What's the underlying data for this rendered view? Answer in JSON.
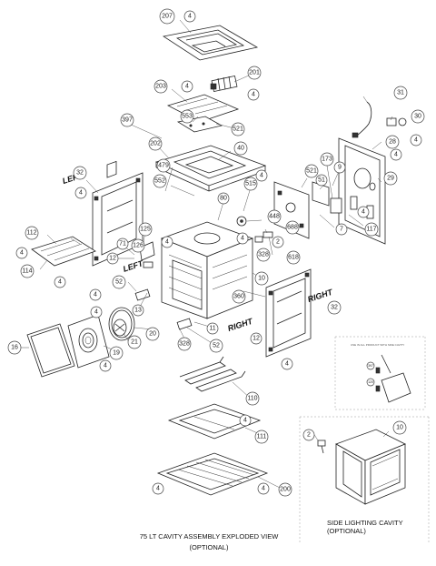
{
  "diagram": {
    "callouts": {
      "c207": "207",
      "c4_top": "4",
      "c201": "201",
      "c4_201": "4",
      "c203": "203",
      "c4_203": "4",
      "c31": "31",
      "c30": "30",
      "c4_30": "4",
      "c553": "553",
      "c397": "397",
      "c521_a": "521",
      "c202": "202",
      "c40": "40",
      "c28": "28",
      "c4_28": "4",
      "c29": "29",
      "c479": "479",
      "c552": "552",
      "c173": "173",
      "c9": "9",
      "c51": "51",
      "c521_b": "521",
      "c4_b": "4",
      "c80": "80",
      "c515": "515",
      "c4_c": "4",
      "c448": "448",
      "c688": "688",
      "c7": "7",
      "c117": "117",
      "c4_d": "4",
      "c618": "618",
      "c32_l": "32",
      "c4_e": "4",
      "c112": "112",
      "c4_f": "4",
      "c114": "114",
      "c4_g": "4",
      "c125": "125",
      "c126": "126",
      "c71": "71",
      "c12_l": "12",
      "c328_a": "328",
      "c2_a": "2",
      "c4_h": "4",
      "c10_main": "10",
      "c52_a": "52",
      "c4_i": "4",
      "c13": "13",
      "c360": "360",
      "c32_r": "32",
      "c4_j": "4",
      "c20": "20",
      "c21": "21",
      "c16": "16",
      "c19": "19",
      "c4_k": "4",
      "c328_b": "328",
      "c52_b": "52",
      "c11": "11",
      "c12_r": "12",
      "c4_l": "4",
      "c110": "110",
      "c4_m": "4",
      "c111": "111",
      "c4_n": "4",
      "c4_o": "4",
      "c200": "200",
      "c2_b": "2",
      "c10_opt": "10"
    },
    "labels": {
      "left_upper": "LEFT",
      "left_lower": "LEFT",
      "right_upper": "RIGHT",
      "right_lower": "RIGHT"
    },
    "inset_note": "USE IN ALL PRODUCT WITH SIDE CAVITY",
    "inset_parts": {
      "p397": "397",
      "p120": "120"
    },
    "caption_main_line1": "75 LT CAVITY ASSEMBLY EXPLODED VIEW",
    "caption_main_line2": "(OPTIONAL)",
    "caption_side_line1": "SIDE LIGHTING CAVITY",
    "caption_side_line2": "(OPTIONAL)"
  }
}
